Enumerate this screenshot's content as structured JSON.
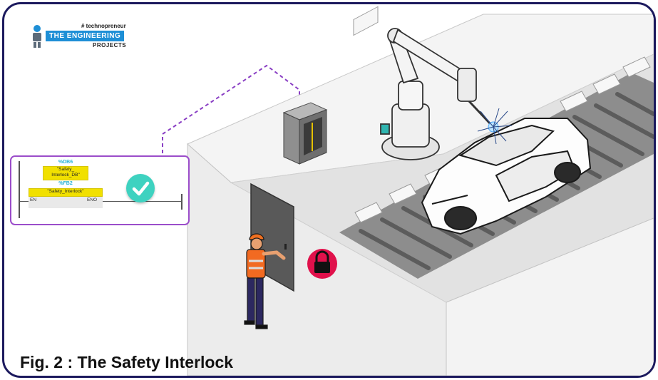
{
  "logo": {
    "tagline": "# technopreneur",
    "name": "THE ENGINEERING",
    "sub": "PROJECTS"
  },
  "ladder": {
    "db_address": "%DB6",
    "db_name": "\"Safety_ Interlock_DB\"",
    "fb_address": "%FB2",
    "fb_name": "\"Safety_Interlock\"",
    "en_label": "EN",
    "eno_label": "ENO"
  },
  "caption": "Fig. 2 : The Safety Interlock",
  "colors": {
    "frame": "#1c1a5e",
    "ladder_border": "#9b4dca",
    "check": "#3ed2c0",
    "lock_badge": "#e0114b",
    "highlight": "#f1e000",
    "address": "#29b3d6"
  }
}
